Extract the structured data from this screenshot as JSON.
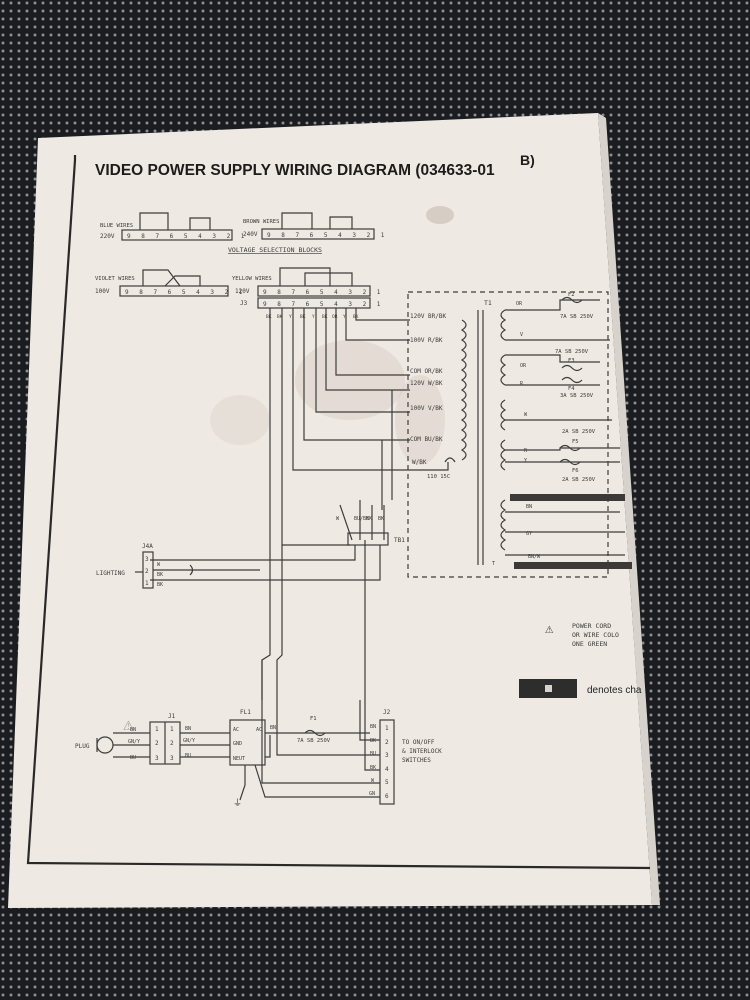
{
  "sheet": {
    "title": "VIDEO POWER SUPPLY WIRING DIAGRAM (034633-01",
    "revision": "B)"
  },
  "voltage_blocks": {
    "caption": "VOLTAGE SELECTION BLOCKS",
    "blue": {
      "wire_label": "BLUE WIRES",
      "voltage": "220V",
      "pins": "9 8 7 6 5 4 3 2 1"
    },
    "brown": {
      "wire_label": "BROWN WIRES",
      "voltage": "240V",
      "pins": "9 8 7 6 5 4 3 2 1"
    },
    "violet": {
      "wire_label": "VIOLET WIRES",
      "voltage": "100V",
      "pins": "9 8 7 6 5 4 3 2 1"
    },
    "yellow": {
      "wire_label": "YELLOW WIRES",
      "voltage": "120V",
      "pins": "9 8 7 6 5 4 3 2 1"
    },
    "j3": {
      "label": "J3",
      "pins": "9 8 7 6 5 4 3 2 1",
      "wire_labels": [
        "BK",
        "BK",
        "Y",
        "BK",
        "Y",
        "BK",
        "OR",
        "Y",
        "BK"
      ]
    }
  },
  "transformer": {
    "label": "T1",
    "primary_taps": [
      "120V BR/BK",
      "100V R/BK",
      "COM OR/BK",
      "120V W/BK",
      "100V V/BK",
      "COM BU/BK",
      "W/BK"
    ],
    "thermal_fuse": "110 15C",
    "secondaries": [
      "OR",
      "V",
      "OR",
      "R",
      "W",
      "R",
      "Y",
      "BN",
      "GY",
      "BN/W"
    ],
    "fuses": [
      {
        "name": "F2",
        "rating": "7A SB 250V"
      },
      {
        "name": "F3",
        "rating": "7A SB 250V"
      },
      {
        "name": "F4",
        "rating": "3A SB 250V"
      },
      {
        "name": "F5",
        "rating": "2A SB 250V"
      },
      {
        "name": "F6",
        "rating": "2A SB 250V"
      }
    ]
  },
  "tb1": {
    "label": "TB1",
    "wires": [
      "W",
      "BU/BK",
      "BK",
      "BK"
    ]
  },
  "j4a": {
    "label": "J4A",
    "device": "LIGHTING",
    "pins": [
      "3",
      "2",
      "1"
    ],
    "wires": [
      "W",
      "BK",
      "BK"
    ]
  },
  "input": {
    "plug": "PLUG",
    "j1": {
      "label": "J1",
      "left": [
        "BN",
        "GN/Y",
        "BU"
      ],
      "pins": [
        "1",
        "2",
        "3"
      ],
      "right": [
        "BN",
        "GN/Y",
        "BU"
      ]
    },
    "fl1": {
      "label": "FL1",
      "terminals": [
        "AC",
        "AC",
        "GND",
        "NEUT"
      ],
      "out": "BN"
    },
    "f1": {
      "name": "F1",
      "rating": "7A SB 250V"
    },
    "j2": {
      "label": "J2",
      "pins": [
        "1",
        "2",
        "3",
        "4",
        "5",
        "6"
      ],
      "wires": [
        "BN",
        "BK",
        "BU",
        "BK",
        "W",
        "GN"
      ]
    },
    "j2_note": [
      "TO ON/OFF",
      "& INTERLOCK",
      "SWITCHES"
    ]
  },
  "notes": {
    "power_cord": [
      "POWER CORD",
      "OR WIRE COLO",
      "ONE GREEN"
    ],
    "legend": "denotes cha"
  }
}
